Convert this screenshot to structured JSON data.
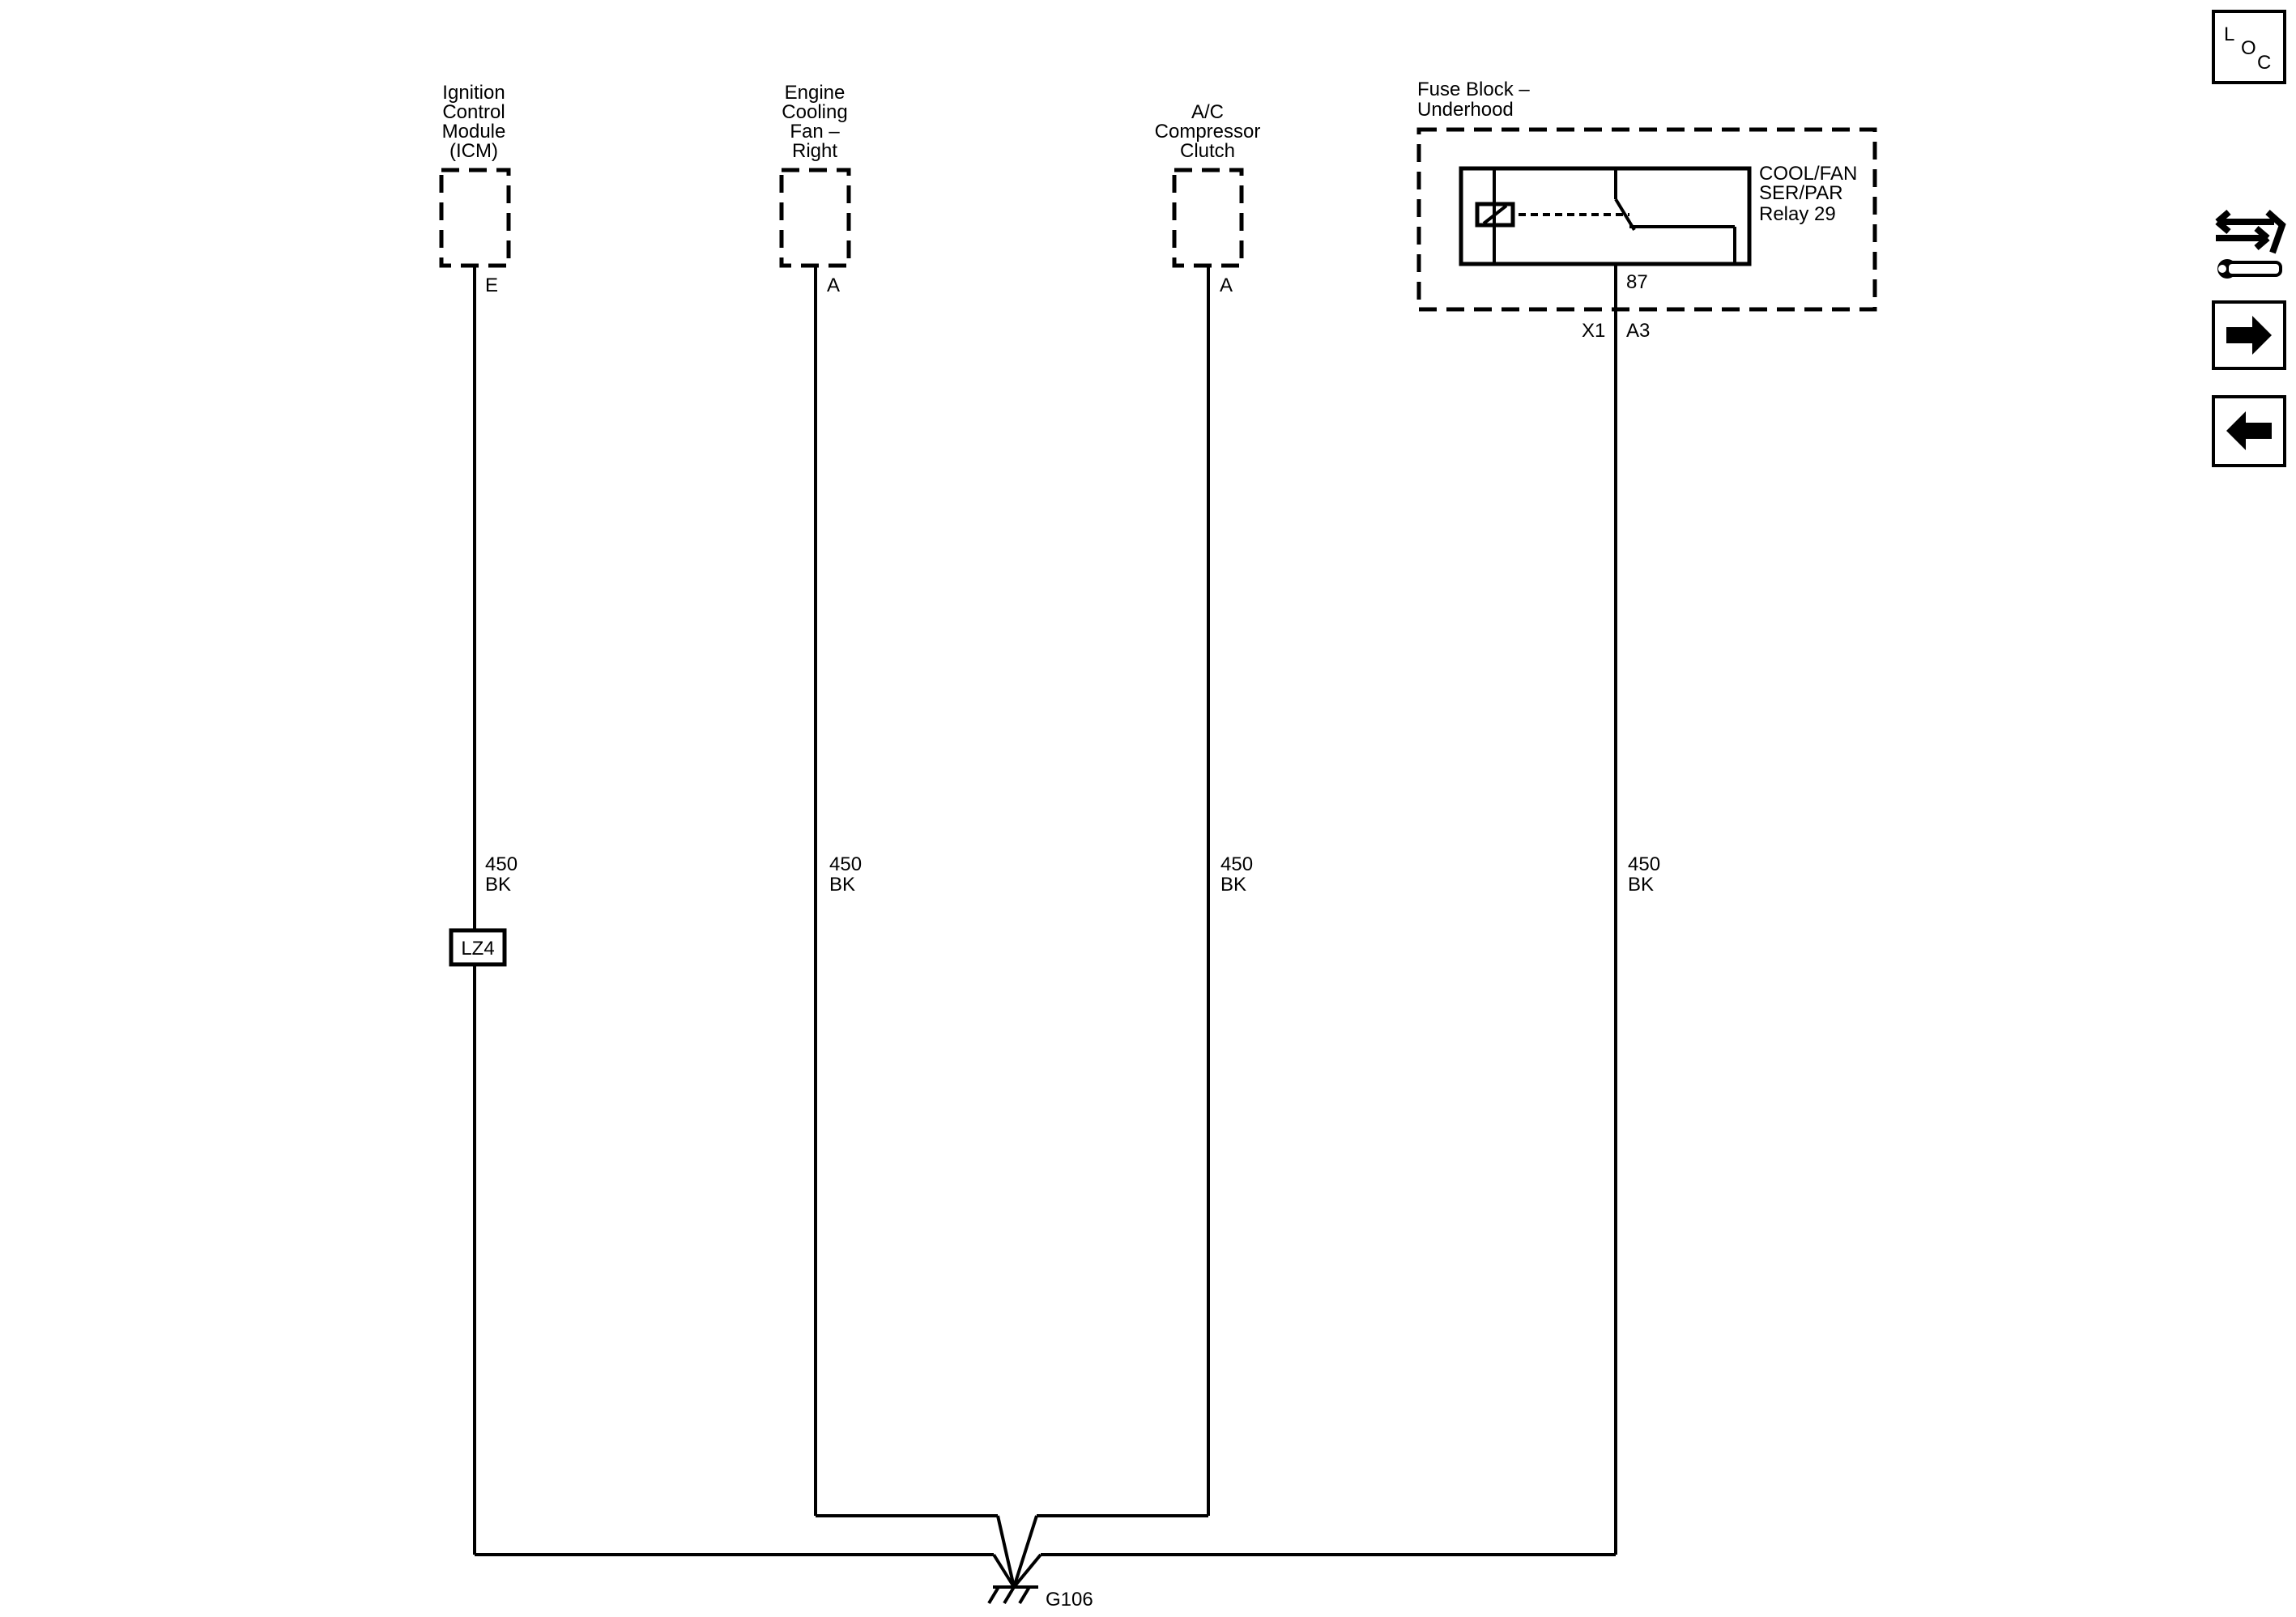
{
  "components": {
    "icm": {
      "lines": [
        "Ignition",
        "Control",
        "Module",
        "(ICM)"
      ],
      "pin": "E",
      "wire_circuit": "450",
      "wire_color": "BK",
      "connector": "LZ4"
    },
    "fan": {
      "lines": [
        "Engine",
        "Cooling",
        "Fan –",
        "Right"
      ],
      "pin": "A",
      "wire_circuit": "450",
      "wire_color": "BK"
    },
    "ac": {
      "lines": [
        "A/C",
        "Compressor",
        "Clutch"
      ],
      "pin": "A",
      "wire_circuit": "450",
      "wire_color": "BK"
    },
    "fuse_block": {
      "lines": [
        "Fuse Block –",
        "Underhood"
      ],
      "relay_lines": [
        "COOL/FAN",
        "SER/PAR",
        "Relay 29"
      ],
      "relay_pin": "87",
      "connector": "X1",
      "cavity": "A3",
      "wire_circuit": "450",
      "wire_color": "BK"
    }
  },
  "ground": {
    "label": "G106"
  },
  "nav": {
    "loc": {
      "l": "L",
      "o": "O",
      "c": "C"
    }
  }
}
